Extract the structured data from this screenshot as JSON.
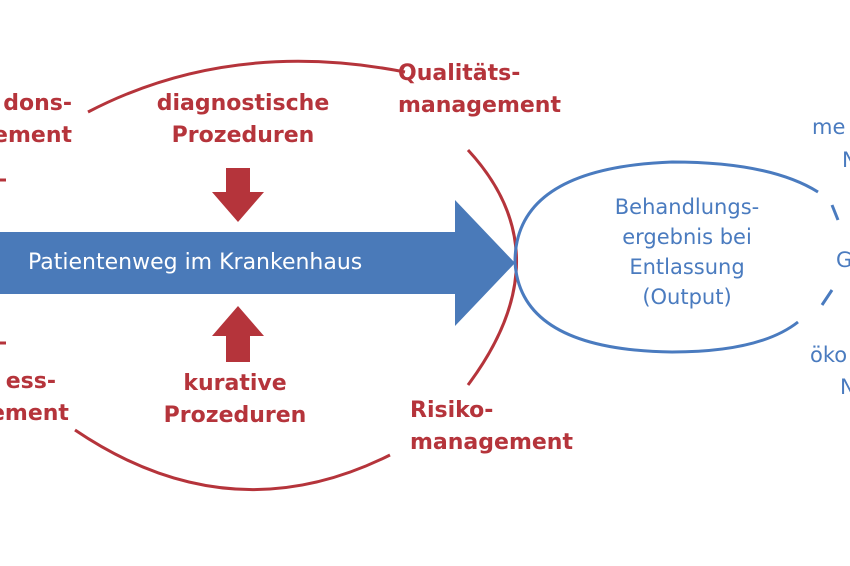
{
  "main_arrow": {
    "label": "Patientenweg im Krankenhaus"
  },
  "top_center": {
    "line1": "diagnostische",
    "line2": "Prozeduren"
  },
  "bottom_center": {
    "line1": "kurative",
    "line2": "Prozeduren"
  },
  "top_right": {
    "line1": "Qualitäts-",
    "line2": "management"
  },
  "bottom_right": {
    "line1": "Risiko-",
    "line2": "management"
  },
  "top_left": {
    "line1": "dons-",
    "line2": "ement"
  },
  "bottom_left": {
    "line1": "ess-",
    "line2": "ement"
  },
  "output_oval": {
    "line1": "Behandlungs-",
    "line2": "ergebnis bei",
    "line3": "Entlassung",
    "line4": "(Output)"
  },
  "right_edge": {
    "t1": "me",
    "t2": "N",
    "t3": "G",
    "t4": "öko",
    "t5": "N"
  },
  "colors": {
    "red": "#b5343b",
    "blue": "#4a7bbf",
    "arrow": "#4a7ab9"
  }
}
